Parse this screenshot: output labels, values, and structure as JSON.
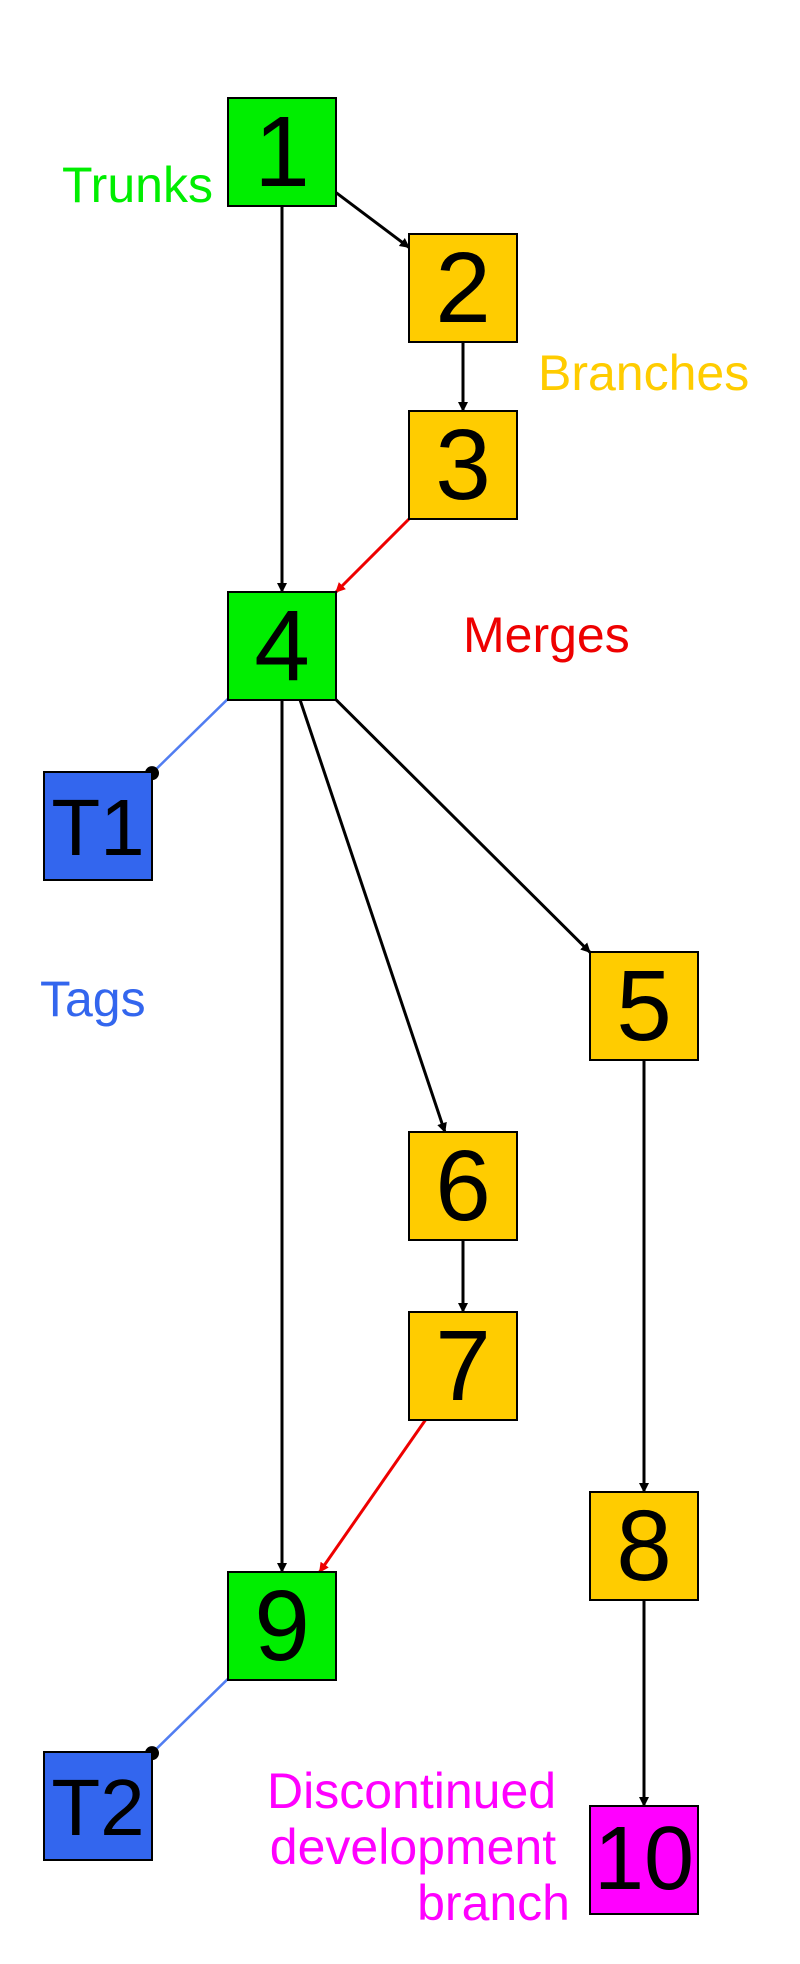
{
  "nodes": [
    {
      "id": "1",
      "label": "1",
      "kind": "trunk"
    },
    {
      "id": "2",
      "label": "2",
      "kind": "branch"
    },
    {
      "id": "3",
      "label": "3",
      "kind": "branch"
    },
    {
      "id": "4",
      "label": "4",
      "kind": "trunk"
    },
    {
      "id": "T1",
      "label": "T1",
      "kind": "tag"
    },
    {
      "id": "5",
      "label": "5",
      "kind": "branch"
    },
    {
      "id": "6",
      "label": "6",
      "kind": "branch"
    },
    {
      "id": "7",
      "label": "7",
      "kind": "branch"
    },
    {
      "id": "8",
      "label": "8",
      "kind": "branch"
    },
    {
      "id": "9",
      "label": "9",
      "kind": "trunk"
    },
    {
      "id": "T2",
      "label": "T2",
      "kind": "tag"
    },
    {
      "id": "10",
      "label": "10",
      "kind": "discontinued"
    }
  ],
  "edges": [
    {
      "from": "1",
      "to": "2",
      "type": "branch"
    },
    {
      "from": "2",
      "to": "3",
      "type": "branch"
    },
    {
      "from": "1",
      "to": "4",
      "type": "trunk"
    },
    {
      "from": "3",
      "to": "4",
      "type": "merge"
    },
    {
      "from": "4",
      "to": "T1",
      "type": "tag"
    },
    {
      "from": "4",
      "to": "5",
      "type": "branch"
    },
    {
      "from": "4",
      "to": "6",
      "type": "branch"
    },
    {
      "from": "6",
      "to": "7",
      "type": "branch"
    },
    {
      "from": "4",
      "to": "9",
      "type": "trunk"
    },
    {
      "from": "7",
      "to": "9",
      "type": "merge"
    },
    {
      "from": "5",
      "to": "8",
      "type": "branch"
    },
    {
      "from": "8",
      "to": "10",
      "type": "branch"
    },
    {
      "from": "9",
      "to": "T2",
      "type": "tag"
    }
  ],
  "labels": {
    "trunks": "Trunks",
    "branches": "Branches",
    "merges": "Merges",
    "tags": "Tags",
    "discontinued": [
      "Discontinued",
      "development",
      "branch"
    ]
  },
  "colors": {
    "trunk": "#00ee00",
    "branch": "#ffcc00",
    "tag": "#3366ee",
    "discontinued": "#ff00ff",
    "merge": "#ee0000",
    "edge": "#000000",
    "trunks_text": "#00ee00",
    "branches_text": "#ffcc00",
    "merges_text": "#ee0000",
    "tags_text": "#3366ee",
    "discontinued_text": "#ff00ff"
  }
}
